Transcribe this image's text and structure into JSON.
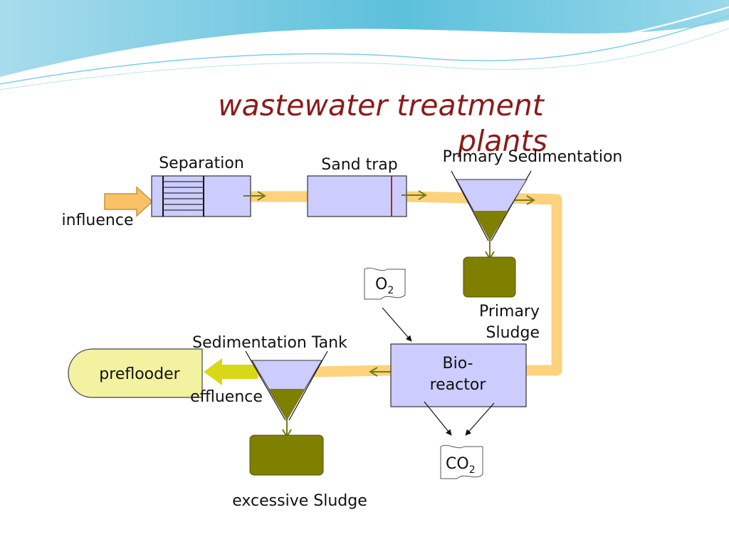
{
  "title": {
    "line1": "wastewater treatment",
    "line2": "plants"
  },
  "labels": {
    "separation": "Separation",
    "sand_trap": "Sand trap",
    "primary_sedimentation": "Primary Sedimentation",
    "influence": "influence",
    "o2_base": "O",
    "o2_sub": "2",
    "primary_sludge_line1": "Primary",
    "primary_sludge_line2": "Sludge",
    "sedimentation_tank": "Sedimentation Tank",
    "bioreactor_line1": "Bio-",
    "bioreactor_line2": "reactor",
    "preflooder": "preflooder",
    "effluence": "effluence",
    "co2_base": "CO",
    "co2_sub": "2",
    "excessive_sludge": "excessive Sludge"
  },
  "colors": {
    "title": "#8b1a1a",
    "pipe": "#fcd27c",
    "unit_fill": "#ccccff",
    "sludge": "#7f7f00",
    "arrow": "#7a7a10",
    "outlet_arrow": "#d8d818",
    "preflooder_fill": "#f2f2a0",
    "influent_arrow": "#f9c267"
  }
}
